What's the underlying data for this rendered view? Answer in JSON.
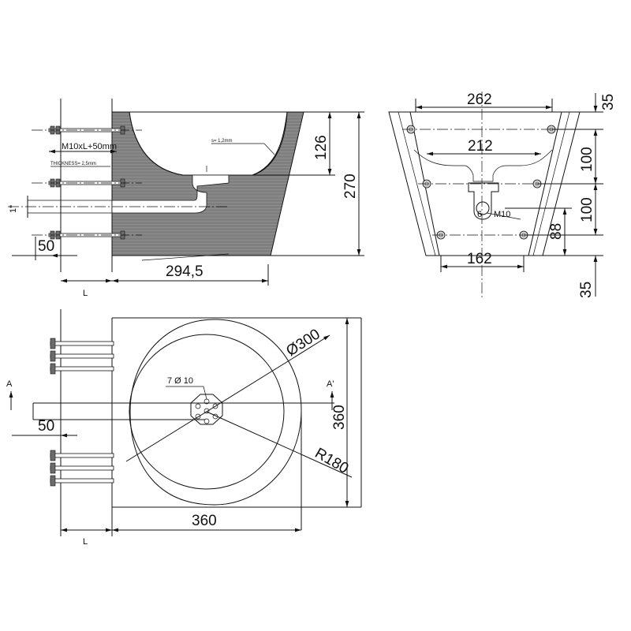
{
  "side_view": {
    "rod_label": "M10xL+50mm",
    "thickness_label": "THICKNESS= 2,5mm",
    "shell_label": "s= 1,2mm",
    "pipe_label": "1\"",
    "dim_50": "50",
    "dim_L": "L",
    "dim_294_5": "294,5",
    "dim_126": "126",
    "dim_270": "270"
  },
  "front_view": {
    "dim_262": "262",
    "dim_212": "212",
    "dim_162": "162",
    "dim_35_top": "35",
    "dim_100_a": "100",
    "dim_100_b": "100",
    "dim_88": "88",
    "dim_35_bottom": "35",
    "hole_label": "6",
    "thread_label": "M10"
  },
  "top_view": {
    "holes_label": "7 Ø 10",
    "dia_label": "Ø300",
    "radius_label": "R180",
    "section_a": "A",
    "section_a_prime": "A'",
    "dim_50": "50",
    "dim_360_h": "360",
    "dim_360_v": "360",
    "dim_L": "L"
  }
}
